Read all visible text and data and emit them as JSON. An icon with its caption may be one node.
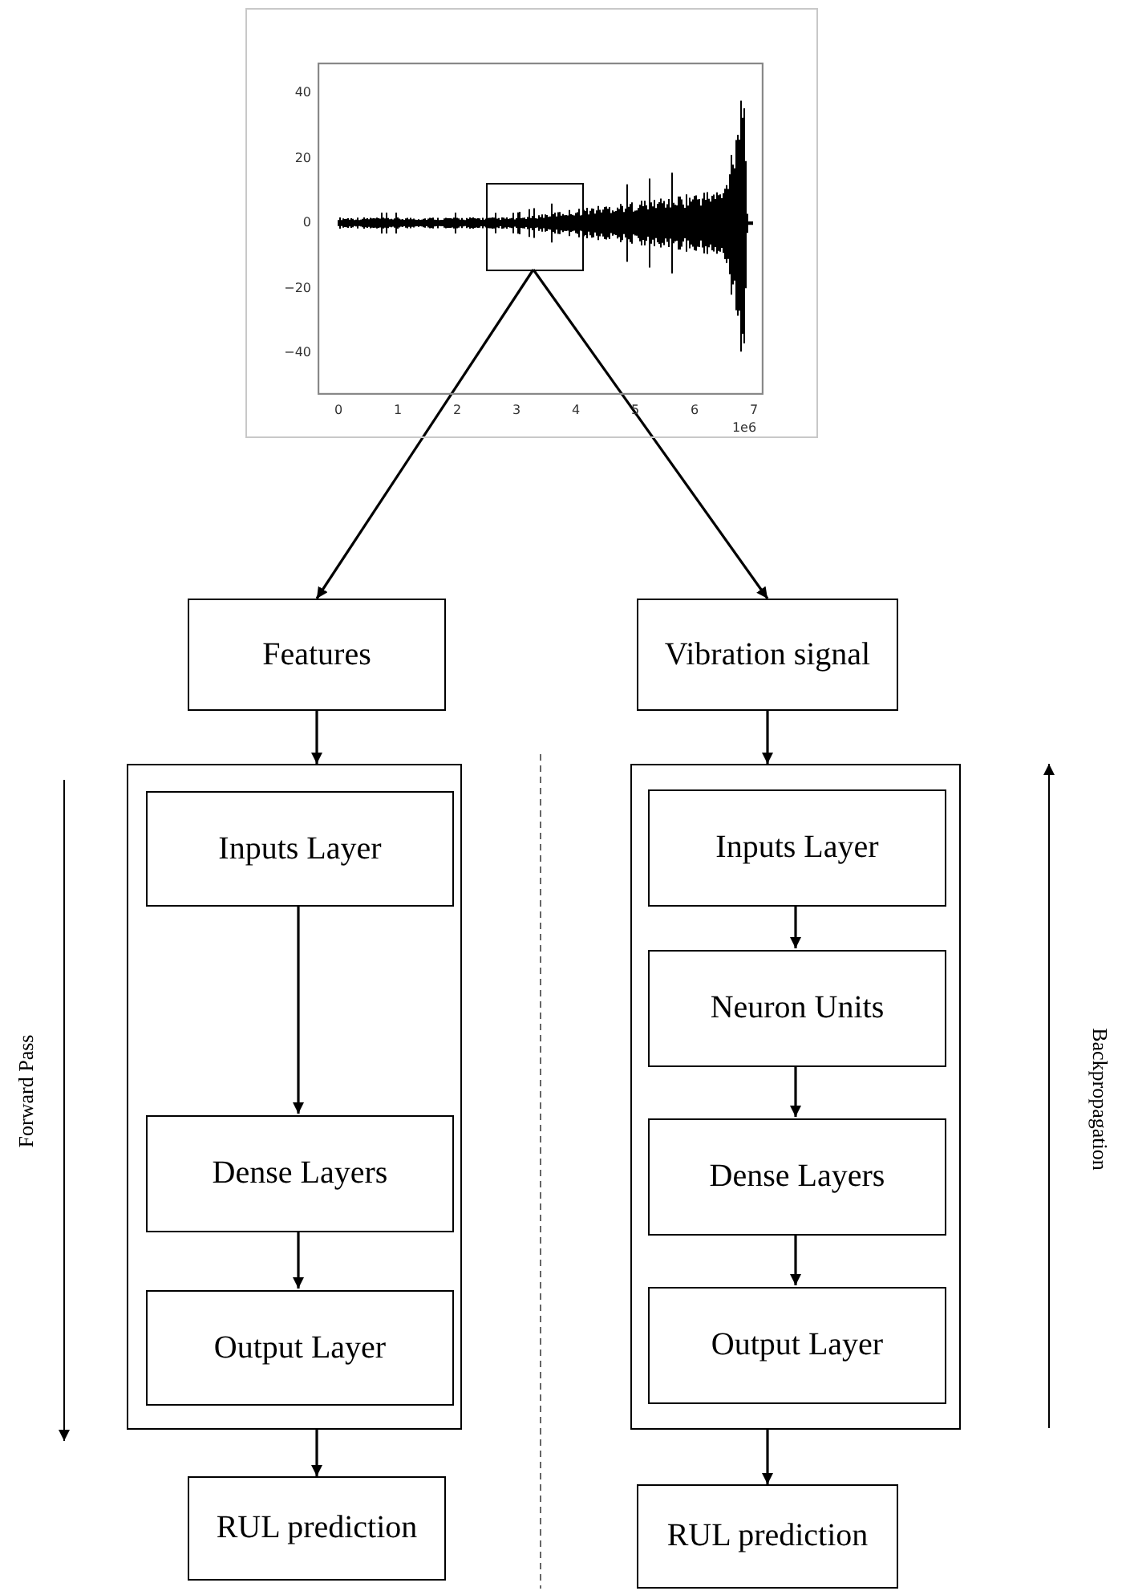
{
  "diagram": {
    "nodes": [
      {
        "text": [],
        "shape": "picture"
      },
      {
        "text": [],
        "shape": "box",
        "in": 0
      },
      {
        "text": [
          "Features"
        ]
      },
      {
        "text": [
          "Vibration signal"
        ]
      },
      {
        "text": [],
        "shape": "box"
      },
      {
        "text": [
          "Inputs Layer"
        ],
        "in": 4
      },
      {
        "text": [
          "Dense Layers"
        ],
        "in": 4
      },
      {
        "text": [
          "Output Layer"
        ],
        "in": 4
      },
      {
        "text": [
          "RUL prediction"
        ]
      },
      {
        "text": [],
        "shape": "box"
      },
      {
        "text": [
          "Inputs Layer"
        ],
        "in": 9
      },
      {
        "text": [
          "Neuron Units"
        ],
        "in": 9
      },
      {
        "text": [
          "Dense Layers"
        ],
        "in": 9
      },
      {
        "text": [
          "Output Layer"
        ],
        "in": 9
      },
      {
        "text": [
          "RUL prediction"
        ]
      }
    ],
    "edges": [
      {
        "from": 1,
        "to": 2,
        "arrow": "to"
      },
      {
        "from": 1,
        "to": 3,
        "arrow": "to"
      },
      {
        "from": 2,
        "to": 4,
        "arrow": "to"
      },
      {
        "from": 5,
        "to": 6,
        "arrow": "to"
      },
      {
        "from": 6,
        "to": 7,
        "arrow": "to"
      },
      {
        "from": 4,
        "to": 8,
        "arrow": "to"
      },
      {
        "from": 3,
        "to": 9,
        "arrow": "to"
      },
      {
        "from": 10,
        "to": 11,
        "arrow": "to"
      },
      {
        "from": 11,
        "to": 12,
        "arrow": "to"
      },
      {
        "from": 12,
        "to": 13,
        "arrow": "to"
      },
      {
        "from": 9,
        "to": 14,
        "arrow": "to"
      }
    ],
    "labels": [
      "40",
      "20",
      "0",
      "−20",
      "−40",
      "0",
      "1",
      "2",
      "3",
      "4",
      "5",
      "6",
      "7",
      "1e6",
      "Forward Pass",
      "Backpropagation"
    ]
  }
}
